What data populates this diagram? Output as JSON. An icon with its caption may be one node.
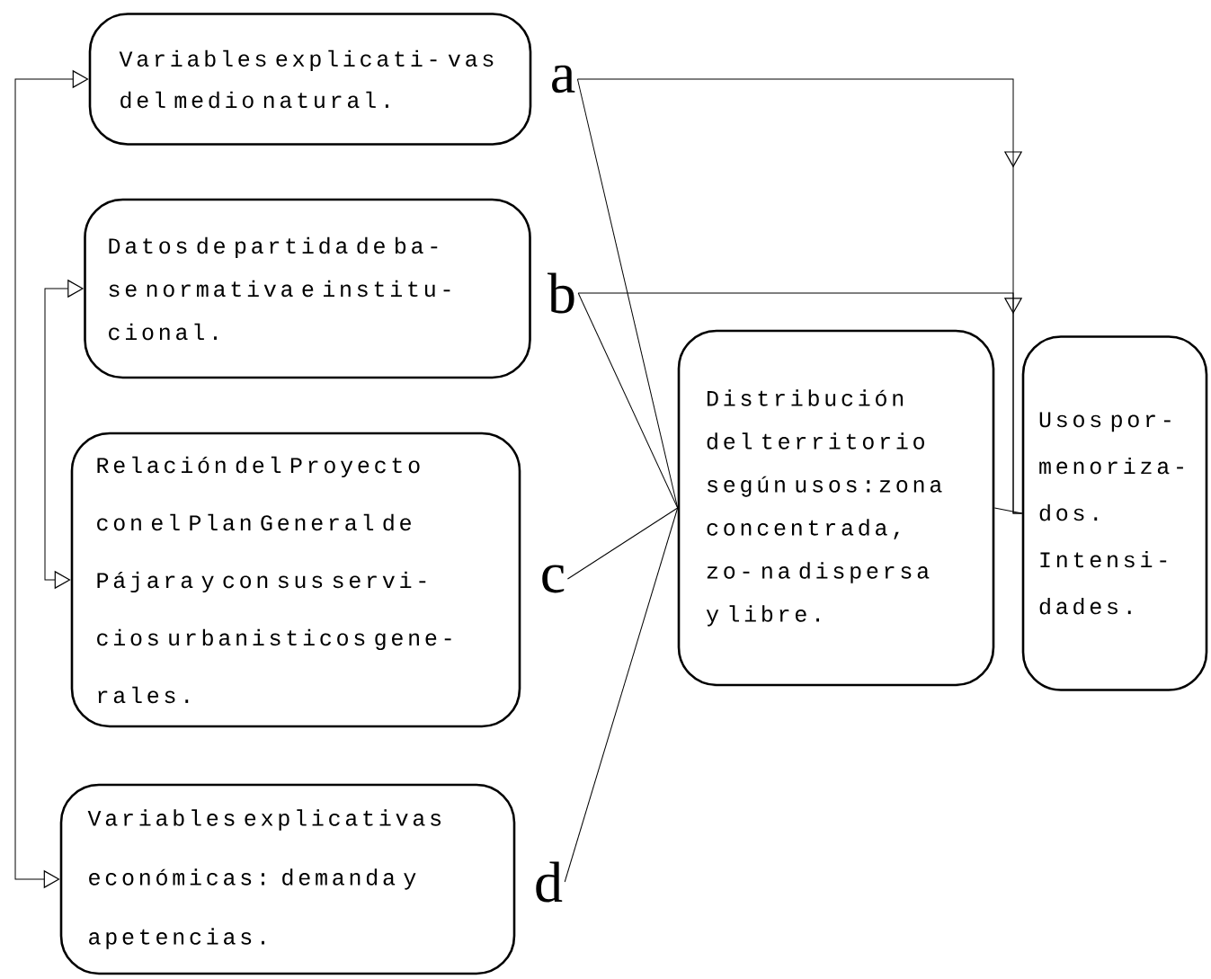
{
  "diagram": {
    "nodes": [
      {
        "text": [
          "Variables explicati- vas del medio natural."
        ]
      },
      {
        "text": [
          "Datos de partida de ba- se normativa e institu- cional."
        ]
      },
      {
        "text": [
          "Relación del Proyecto con el Plan General de Pájara y con sus servi- cios urbanisticos gene- rales."
        ]
      },
      {
        "text": [
          "Variables explicativas económicas: demanda y apetencias."
        ]
      },
      {
        "text": [
          "a"
        ]
      },
      {
        "text": [
          "b"
        ]
      },
      {
        "text": [
          "c"
        ]
      },
      {
        "text": [
          "d"
        ]
      },
      {
        "text": [
          "Distribución del territorio según usos:zona concentrada, zo- na dispersa y libre."
        ]
      },
      {
        "text": [
          "Usos por- menoriza- dos. Intensi- dades."
        ]
      }
    ],
    "edges": [
      {
        "from": 4,
        "to": 8,
        "arrow": "none"
      },
      {
        "from": 5,
        "to": 8,
        "arrow": "none"
      },
      {
        "from": 6,
        "to": 8,
        "arrow": "none"
      },
      {
        "from": 7,
        "to": 8,
        "arrow": "none"
      },
      {
        "from": 4,
        "to": 9,
        "arrow": "to"
      },
      {
        "from": 5,
        "to": 9,
        "arrow": "to"
      },
      {
        "from": 8,
        "to": 9,
        "arrow": "none"
      },
      {
        "from": null,
        "to": 0,
        "arrow": "to"
      },
      {
        "from": null,
        "to": 3,
        "arrow": "to"
      },
      {
        "from": null,
        "to": 1,
        "arrow": "to"
      },
      {
        "from": null,
        "to": 2,
        "arrow": "to"
      }
    ]
  }
}
